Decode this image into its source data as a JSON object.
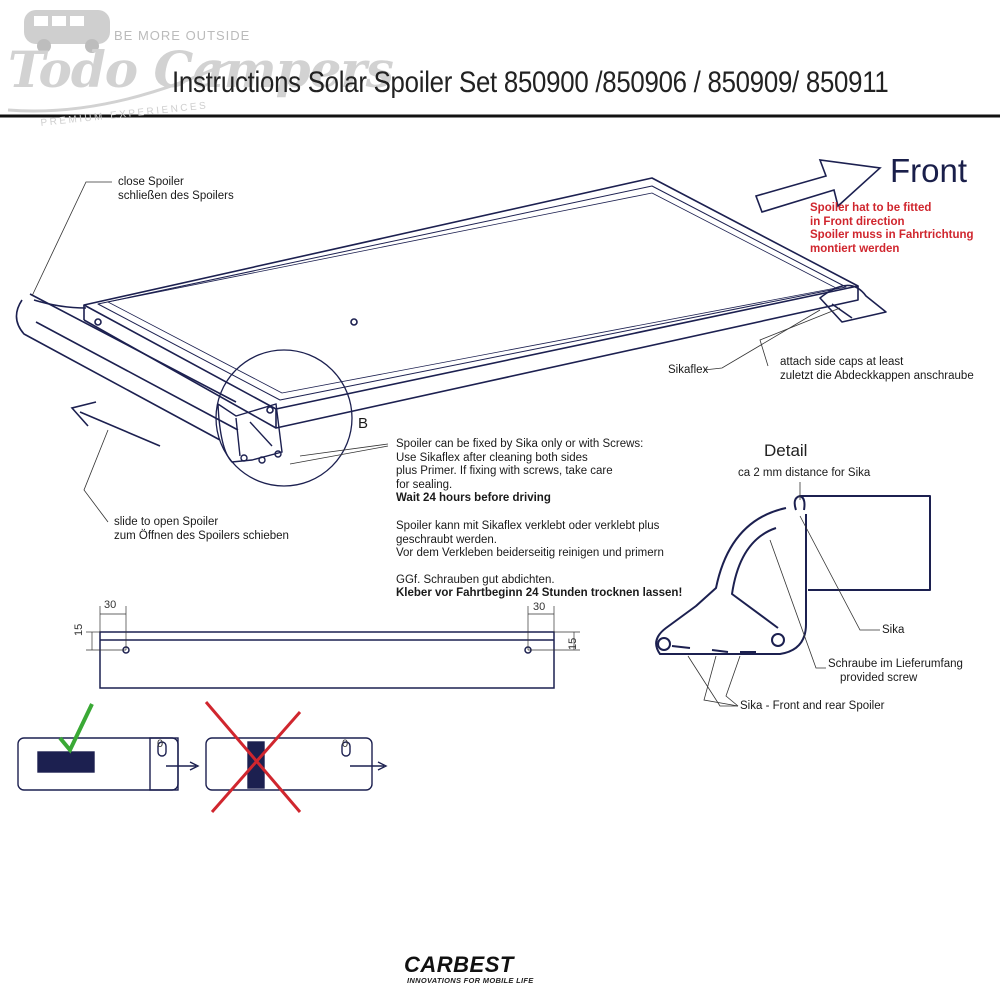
{
  "header": {
    "title": "Instructions Solar Spoiler Set 850900 /850906 / 850909/ 850911",
    "logo": {
      "name": "Todo Campers",
      "tagline_top": "BE MORE OUTSIDE",
      "tagline_bottom": "PREMIUM EXPERIENCES"
    }
  },
  "labels": {
    "close_spoiler": [
      "close Spoiler",
      "schließen des Spoilers"
    ],
    "slide_open": [
      "slide to open Spoiler",
      "zum Öffnen des Spoilers schieben"
    ],
    "front": "Front",
    "front_note": [
      "Spoiler hat to be fitted",
      "in Front direction",
      "Spoiler muss in Fahrtrichtung",
      "montiert werden"
    ],
    "sikaflex": "Sikaflex",
    "side_caps": [
      "attach side caps at least",
      "zuletzt die Abdeckkappen anschraube"
    ],
    "circle_marker": "B",
    "instructions_en": [
      "Spoiler can be fixed by Sika only or with Screws:",
      "Use Sikaflex after cleaning both sides",
      "plus Primer. If fixing with screws, take care",
      "for sealing."
    ],
    "wait_en": "Wait 24 hours before driving",
    "instructions_de": [
      "Spoiler kann mit Sikaflex verklebt oder verklebt plus",
      "geschraubt werden.",
      "Vor dem Verkleben beiderseitig reinigen und primern"
    ],
    "seal_de": "GGf. Schrauben gut abdichten.",
    "wait_de": "Kleber vor Fahrtbeginn 24 Stunden trocknen lassen!",
    "detail_title": "Detail",
    "detail_distance": "ca 2 mm distance for Sika",
    "detail_sika": "Sika",
    "detail_screw": [
      "Schraube im Lieferumfang",
      "provided screw"
    ],
    "detail_front_rear": "Sika - Front and rear Spoiler",
    "dim_30_left": "30",
    "dim_15_left": "15",
    "dim_30_right": "30",
    "dim_15_right": "15",
    "slot_value_left": "0",
    "slot_value_right": "0"
  },
  "colors": {
    "line": "#1c2050",
    "check": "#3aa935",
    "cross": "#d0262e",
    "note_red": "#d0262e"
  },
  "footer": {
    "brand": "CARBEST",
    "tagline": "INNOVATIONS FOR MOBILE LIFE"
  }
}
